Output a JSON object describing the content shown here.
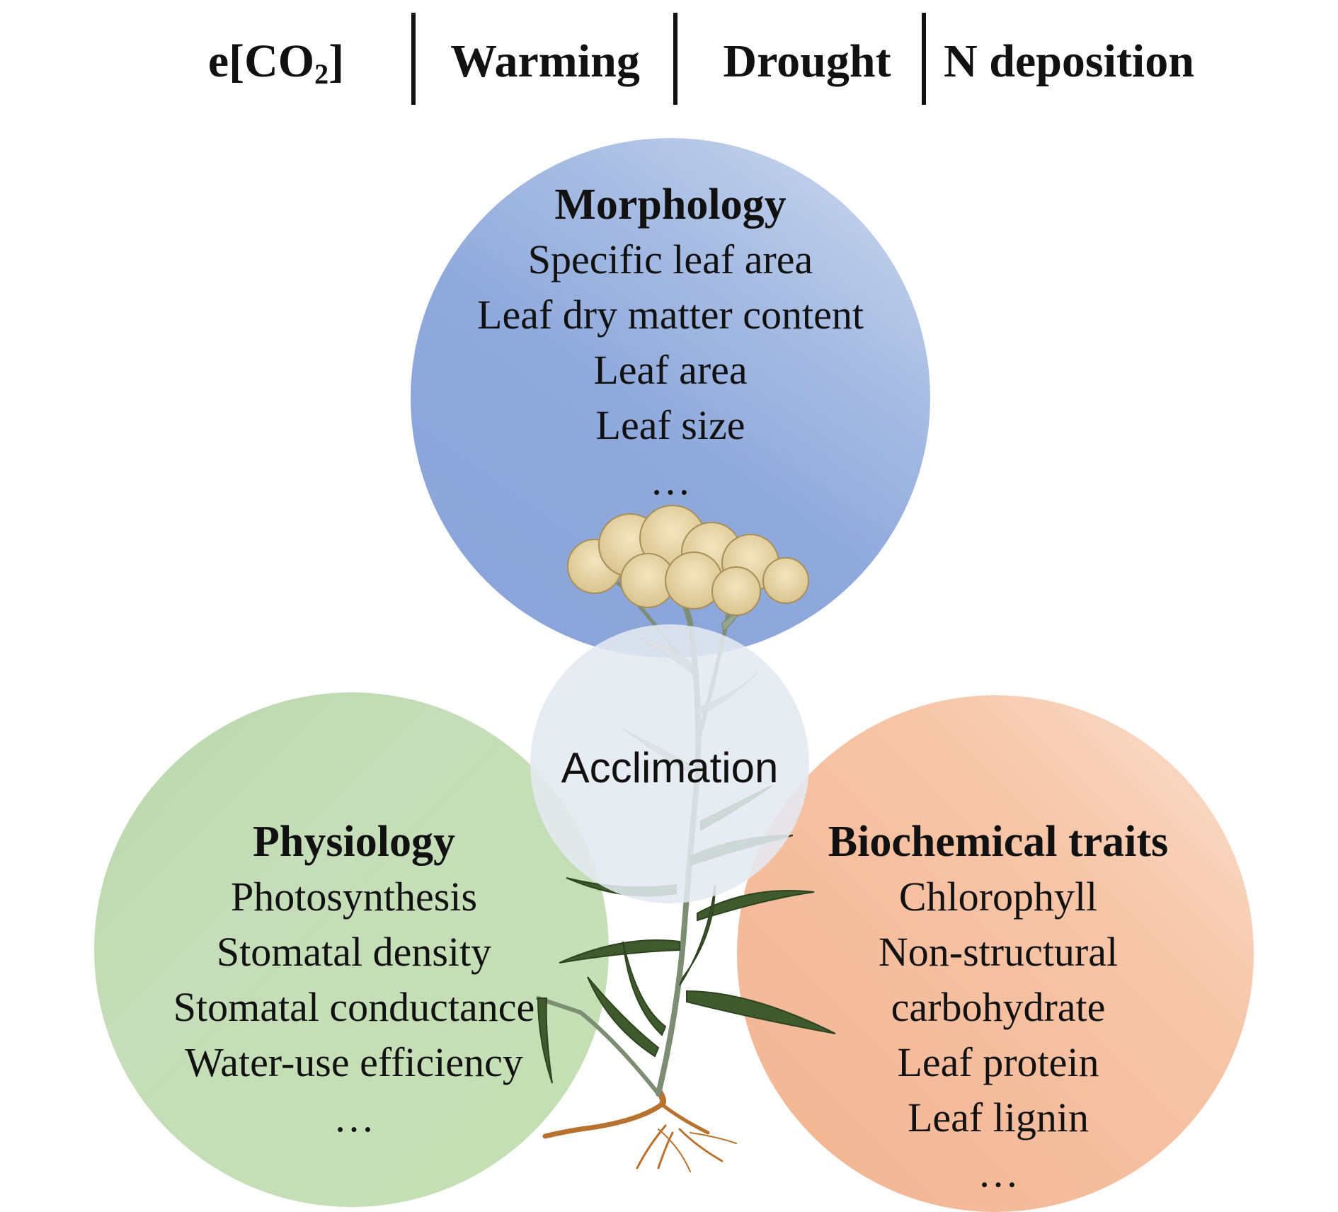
{
  "drivers": [
    {
      "main": "e[CO",
      "sub": "2",
      "tail": "]"
    },
    {
      "main": "Warming",
      "sub": "",
      "tail": ""
    },
    {
      "main": "Drought",
      "sub": "",
      "tail": ""
    },
    {
      "main": "N deposition",
      "sub": "",
      "tail": ""
    }
  ],
  "morphology": {
    "title": "Morphology",
    "items": [
      "Specific leaf area",
      "Leaf dry matter content",
      "Leaf area",
      "Leaf size",
      "…"
    ]
  },
  "physiology": {
    "title": "Physiology",
    "items": [
      "Photosynthesis",
      "Stomatal density",
      "Stomatal conductance",
      "Water-use efficiency",
      "…"
    ]
  },
  "biochemical": {
    "title": "Biochemical traits",
    "items": [
      "Chlorophyll",
      "Non-structural",
      "carbohydrate",
      "Leaf protein",
      "Leaf lignin",
      "…"
    ]
  },
  "center": {
    "label": "Acclimation"
  },
  "colors": {
    "morphology": "#8fa9dc",
    "physiology": "#c5e0b4",
    "biochemical": "#f2b391",
    "acclimation": "#e4e9f0"
  }
}
